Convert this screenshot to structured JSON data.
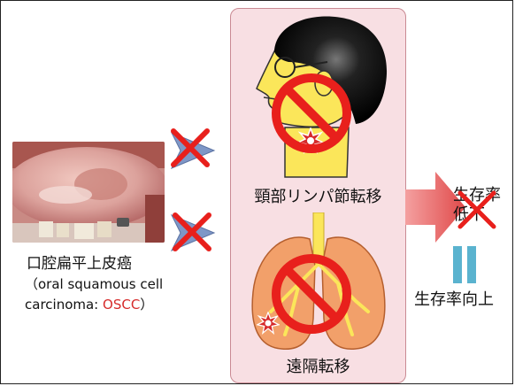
{
  "oscc_label": {
    "line1": "口腔扁平上皮癌",
    "line2": "（oral squamous cell",
    "line3_prefix": "carcinoma: ",
    "line3_red": "OSCC",
    "line3_suffix": "）"
  },
  "panel": {
    "neck_label": "頸部リンパ節転移",
    "distant_label": "遠隔転移"
  },
  "outcome": {
    "survival_down": "生存率\n低下",
    "survival_up": "生存率向上"
  },
  "colors": {
    "prohibition_red": "#e8201c",
    "arrow_blue": "#7e97c7",
    "panel_pink": "#f8dfe3",
    "equal_bars": "#5ab3cf",
    "lung": "#f2a06a"
  },
  "icons": [
    "prohibition-icon",
    "cross-icon",
    "blue-arrow-icon",
    "big-red-arrow-icon",
    "head-icon",
    "lungs-icon",
    "tumor-burst-icon",
    "equal-bars-icon"
  ]
}
